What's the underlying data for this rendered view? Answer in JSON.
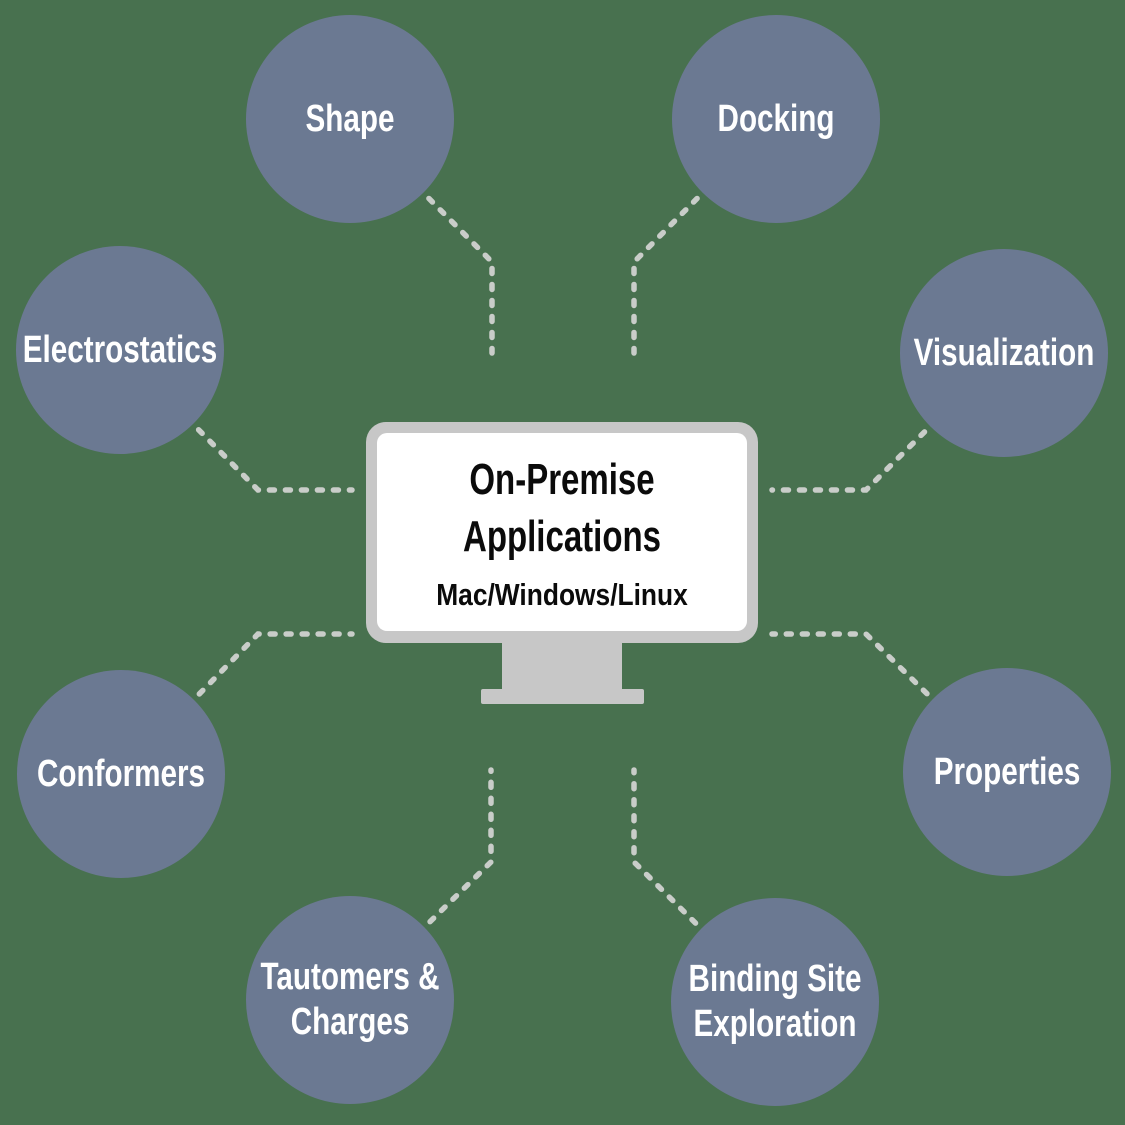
{
  "diagram": {
    "center": {
      "title": "On-Premise Applications",
      "subtitle": "Mac/Windows/Linux"
    },
    "nodes": [
      {
        "label": "Shape"
      },
      {
        "label": "Docking"
      },
      {
        "label": "Electrostatics"
      },
      {
        "label": "Visualization"
      },
      {
        "label": "Conformers"
      },
      {
        "label": "Properties"
      },
      {
        "label": "Tautomers & Charges"
      },
      {
        "label": "Binding Site Exploration"
      }
    ]
  },
  "colors": {
    "background": "#48714F",
    "node_fill": "#6B7992",
    "node_text": "#FFFFFF",
    "connector": "#C9CDC9",
    "monitor_frame": "#C7C7C7",
    "monitor_screen": "#FFFFFF",
    "title_text": "#0B0B0B"
  }
}
